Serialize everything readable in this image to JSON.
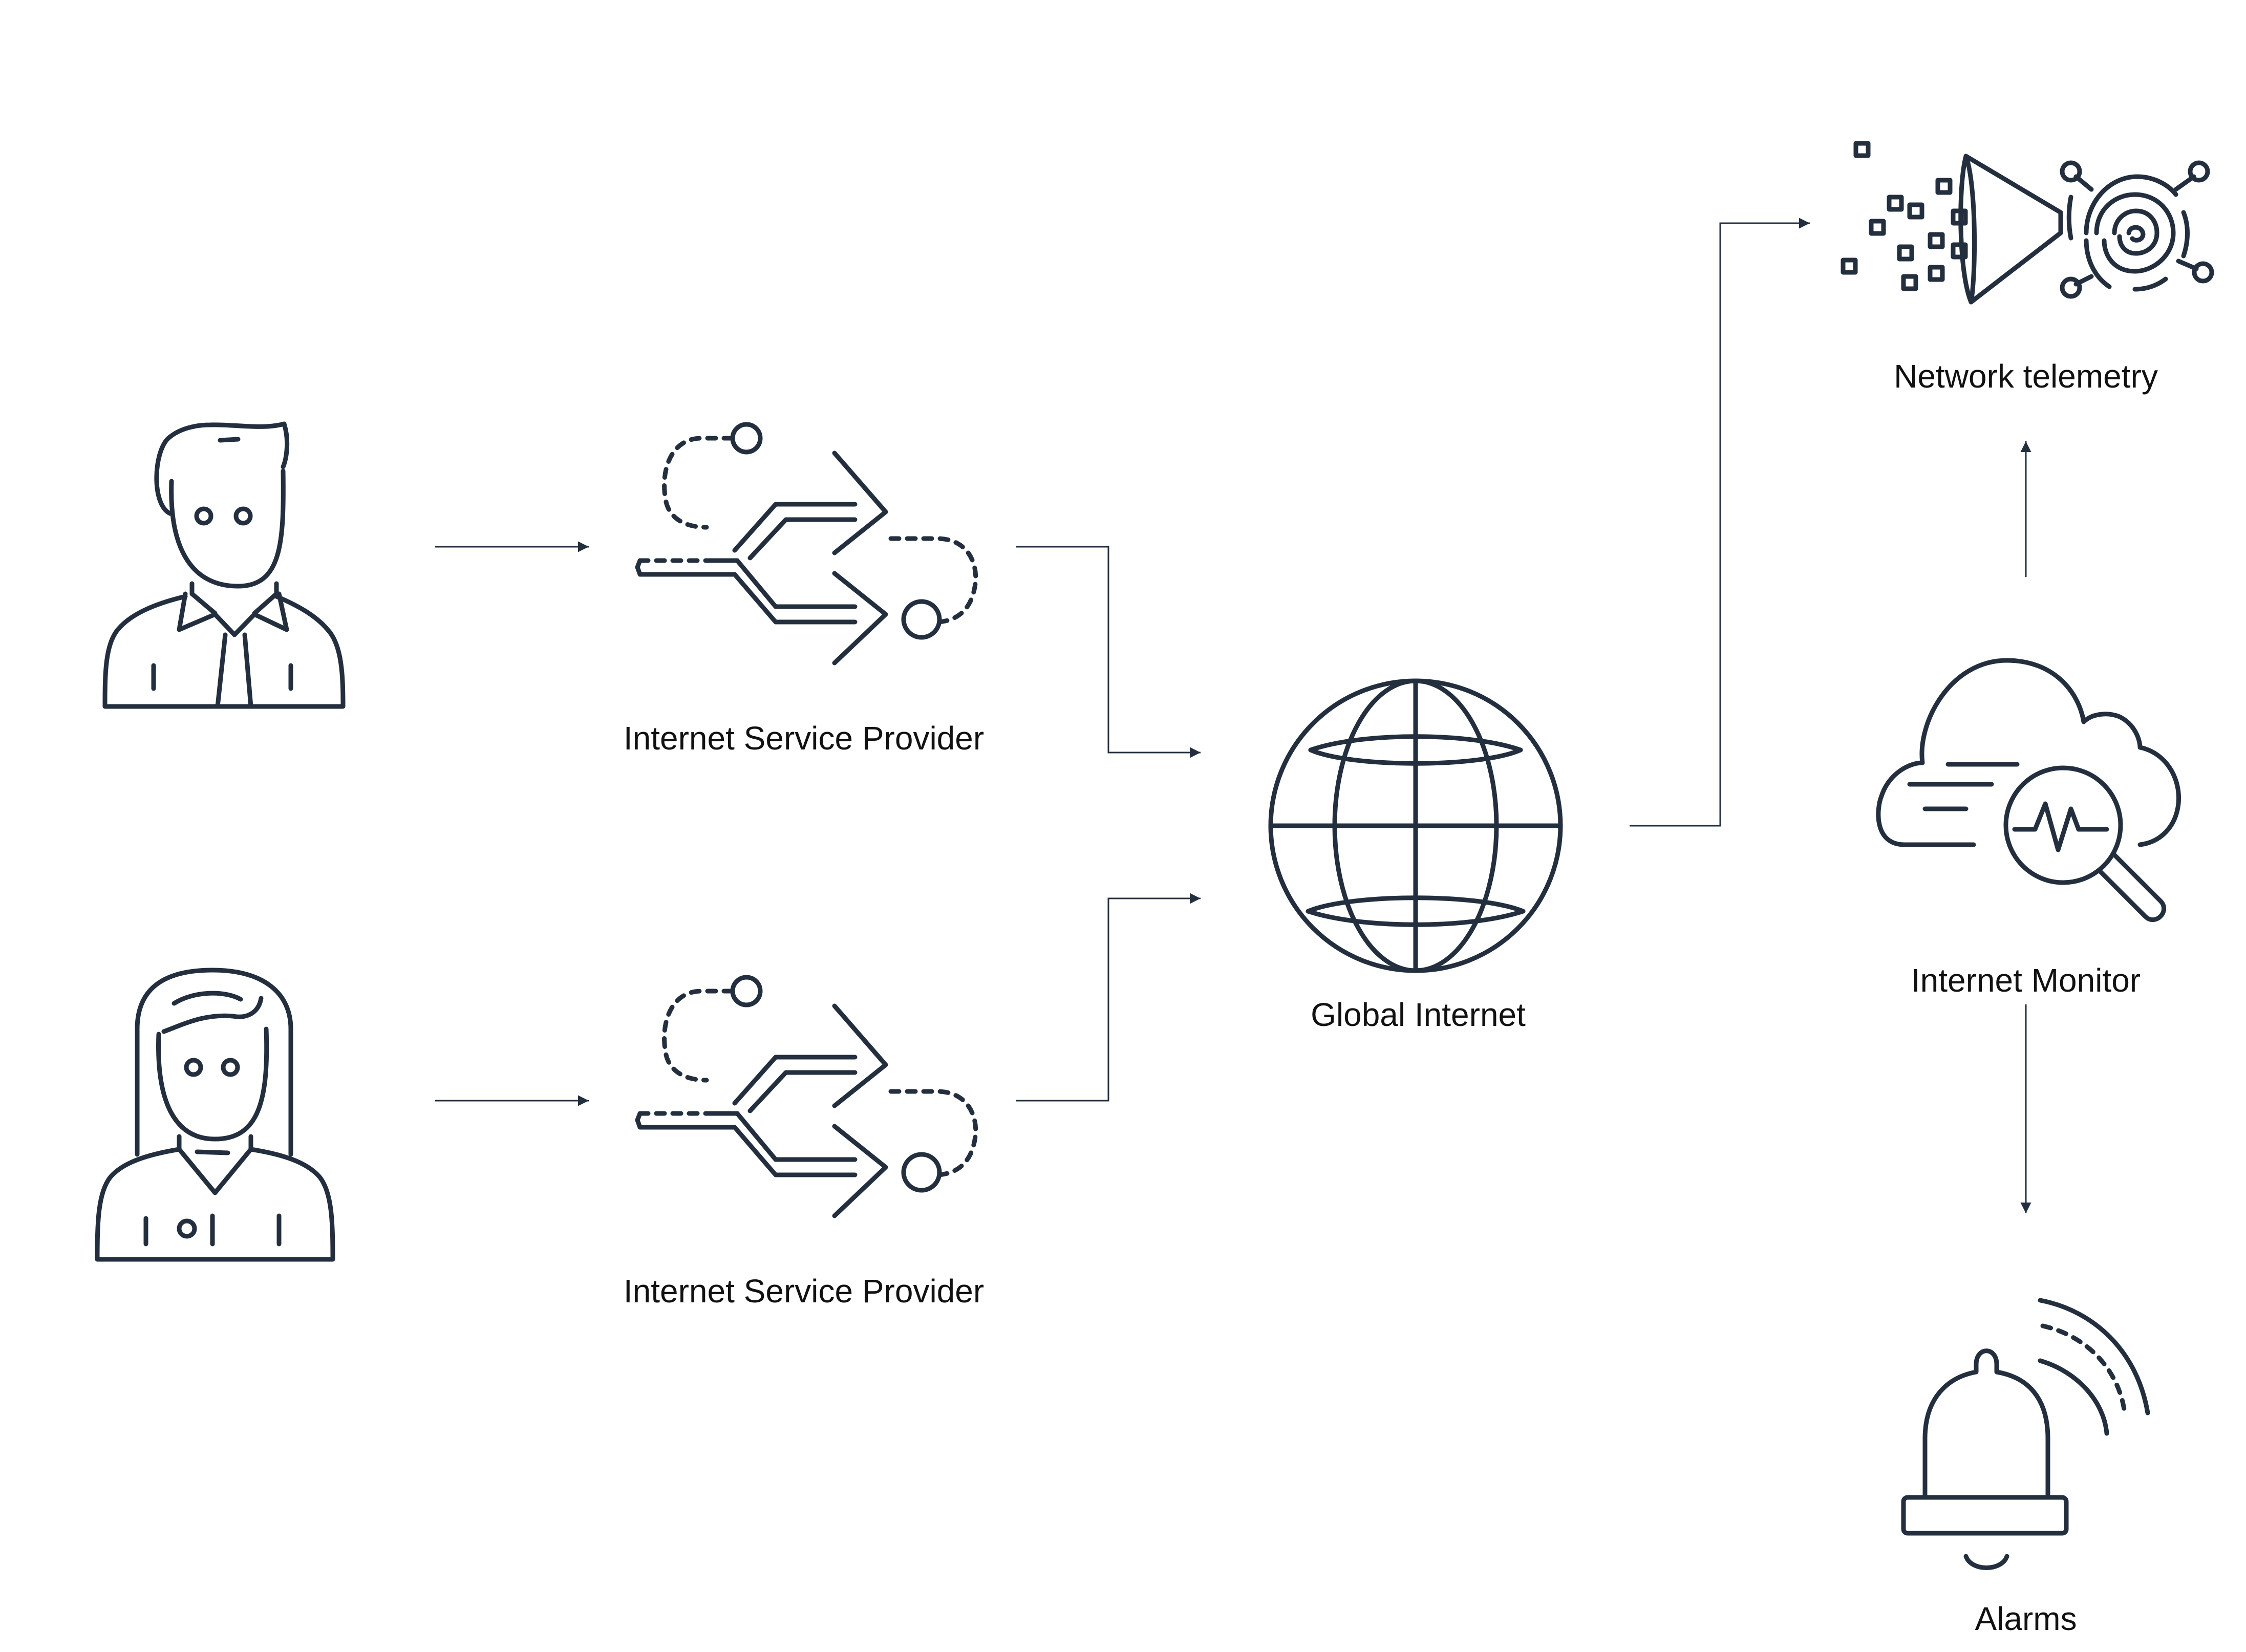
{
  "nodes": {
    "isp_top": {
      "label": "Internet Service Provider"
    },
    "isp_bottom": {
      "label": "Internet Service Provider"
    },
    "global_internet": {
      "label": "Global Internet"
    },
    "network_telemetry": {
      "label": "Network telemetry"
    },
    "internet_monitor": {
      "label": "Internet Monitor"
    },
    "alarms": {
      "label": "Alarms"
    }
  },
  "icons": {
    "user_male": "user-male-icon",
    "user_female": "user-female-icon",
    "isp_top": "routing-arrows-icon",
    "isp_bottom": "routing-arrows-icon",
    "global_internet": "globe-icon",
    "network_telemetry": "telemetry-funnel-icon",
    "internet_monitor": "cloud-monitor-icon",
    "alarms": "bell-icon"
  },
  "colors": {
    "icon_stroke": "#232f3e",
    "text": "#111111",
    "background": "#ffffff"
  }
}
